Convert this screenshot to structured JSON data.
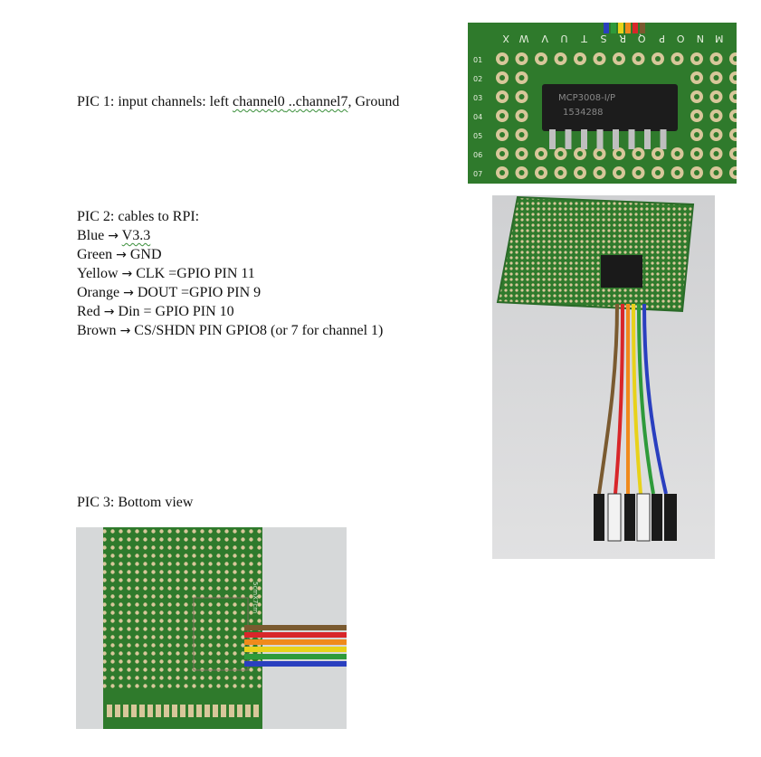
{
  "pic1": {
    "caption_prefix": "PIC 1: input channels: left ",
    "caption_word1": "channel0",
    "caption_sep": " ..",
    "caption_word2": "channel7",
    "caption_suffix": ", Ground",
    "board_letters": [
      "X",
      "W",
      "V",
      "U",
      "T",
      "S",
      "R",
      "Q",
      "P",
      "O",
      "N",
      "M"
    ],
    "row_labels": [
      "01",
      "02",
      "03",
      "04",
      "05",
      "06",
      "07"
    ],
    "chip_text_1": "MCP3008-I/P",
    "chip_text_2": "1534288"
  },
  "pic2": {
    "heading": "PIC 2: cables to RPI:",
    "lines": [
      {
        "color": "Blue",
        "arrow": "→",
        "value": "V3.3"
      },
      {
        "color": "Green",
        "arrow": "→",
        "value": "GND"
      },
      {
        "color": "Yellow",
        "arrow": "→",
        "value": "CLK =GPIO PIN   11"
      },
      {
        "color": "Orange",
        "arrow": "→",
        "value": "DOUT  =GPIO PIN  9"
      },
      {
        "color": "Red",
        "arrow": "→",
        "value": "Din = GPIO PIN  10"
      },
      {
        "color": "Brown",
        "arrow": "→",
        "value": "CS/SHDN PIN GPIO8 (or 7 for channel 1)"
      }
    ]
  },
  "pic3": {
    "caption": "PIC 3: Bottom view",
    "side_label": "5cmX7cm"
  },
  "colors": {
    "pcb_green": "#2f7a2c",
    "pad_gold": "#d8c79a",
    "wire_blue": "#2a3fbf",
    "wire_green": "#2e9a3a",
    "wire_yellow": "#e8d21a",
    "wire_orange": "#f08a1c",
    "wire_red": "#d8262a",
    "wire_brown": "#7a5a30"
  }
}
